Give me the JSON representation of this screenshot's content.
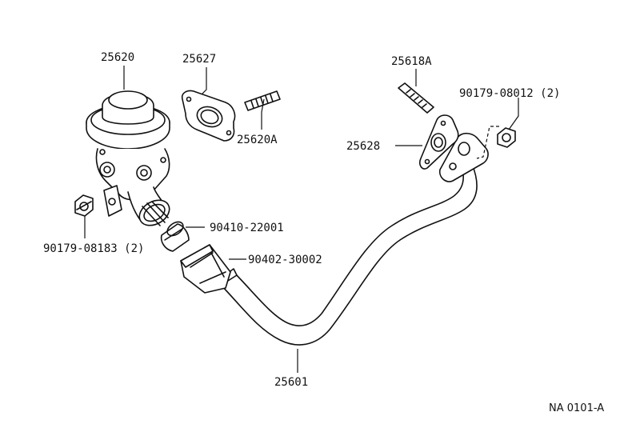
{
  "parts": {
    "egr_valve": "25620",
    "gasket": "25627",
    "stud_valve": "25620A",
    "stud_pipe": "25618A",
    "gasket_pipe": "25628",
    "nut_pipe": "90179-08012 (2)",
    "nut_valve": "90179-08183 (2)",
    "ring": "90410-22001",
    "union_nut": "90402-30002",
    "egr_pipe": "25601"
  },
  "diagram_code": "NA 0101-A",
  "colors": {
    "ink": "#111111",
    "background": "#ffffff"
  }
}
